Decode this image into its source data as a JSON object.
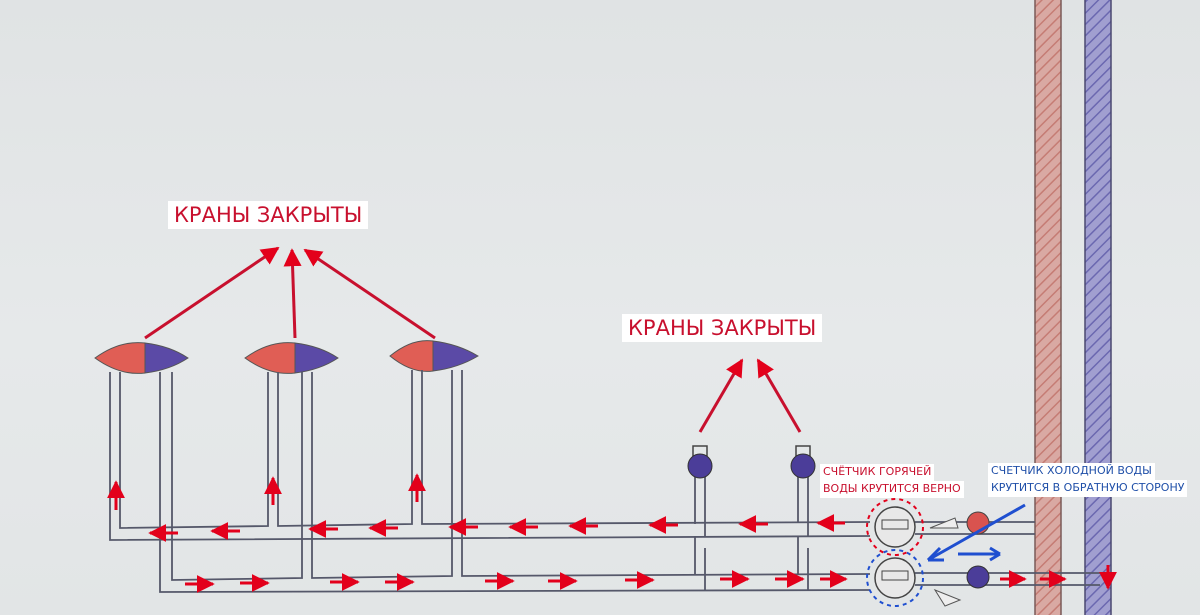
{
  "labels": {
    "valves_closed_main": "КРАНЫ ЗАКРЫТЫ",
    "valves_closed_right": "КРАНЫ ЗАКРЫТЫ",
    "hot_meter_line1": "СЧЁТЧИК ГОРЯЧЕЙ",
    "hot_meter_line2": "ВОДЫ КРУТИТСЯ ВЕРНО",
    "cold_meter_line1": "СЧЕТЧИК ХОЛОДНОЙ ВОДЫ",
    "cold_meter_line2": "КРУТИТСЯ В ОБРАТНУЮ СТОРОНУ"
  },
  "colors": {
    "hot": "#d9534f",
    "cold": "#4b3d99",
    "arrow": "#e3001b",
    "pipe": "#55586a",
    "hot_riser": "#d4a39d",
    "cold_riser": "#8f8ec4",
    "cold_arrow": "#1f4fd0"
  }
}
